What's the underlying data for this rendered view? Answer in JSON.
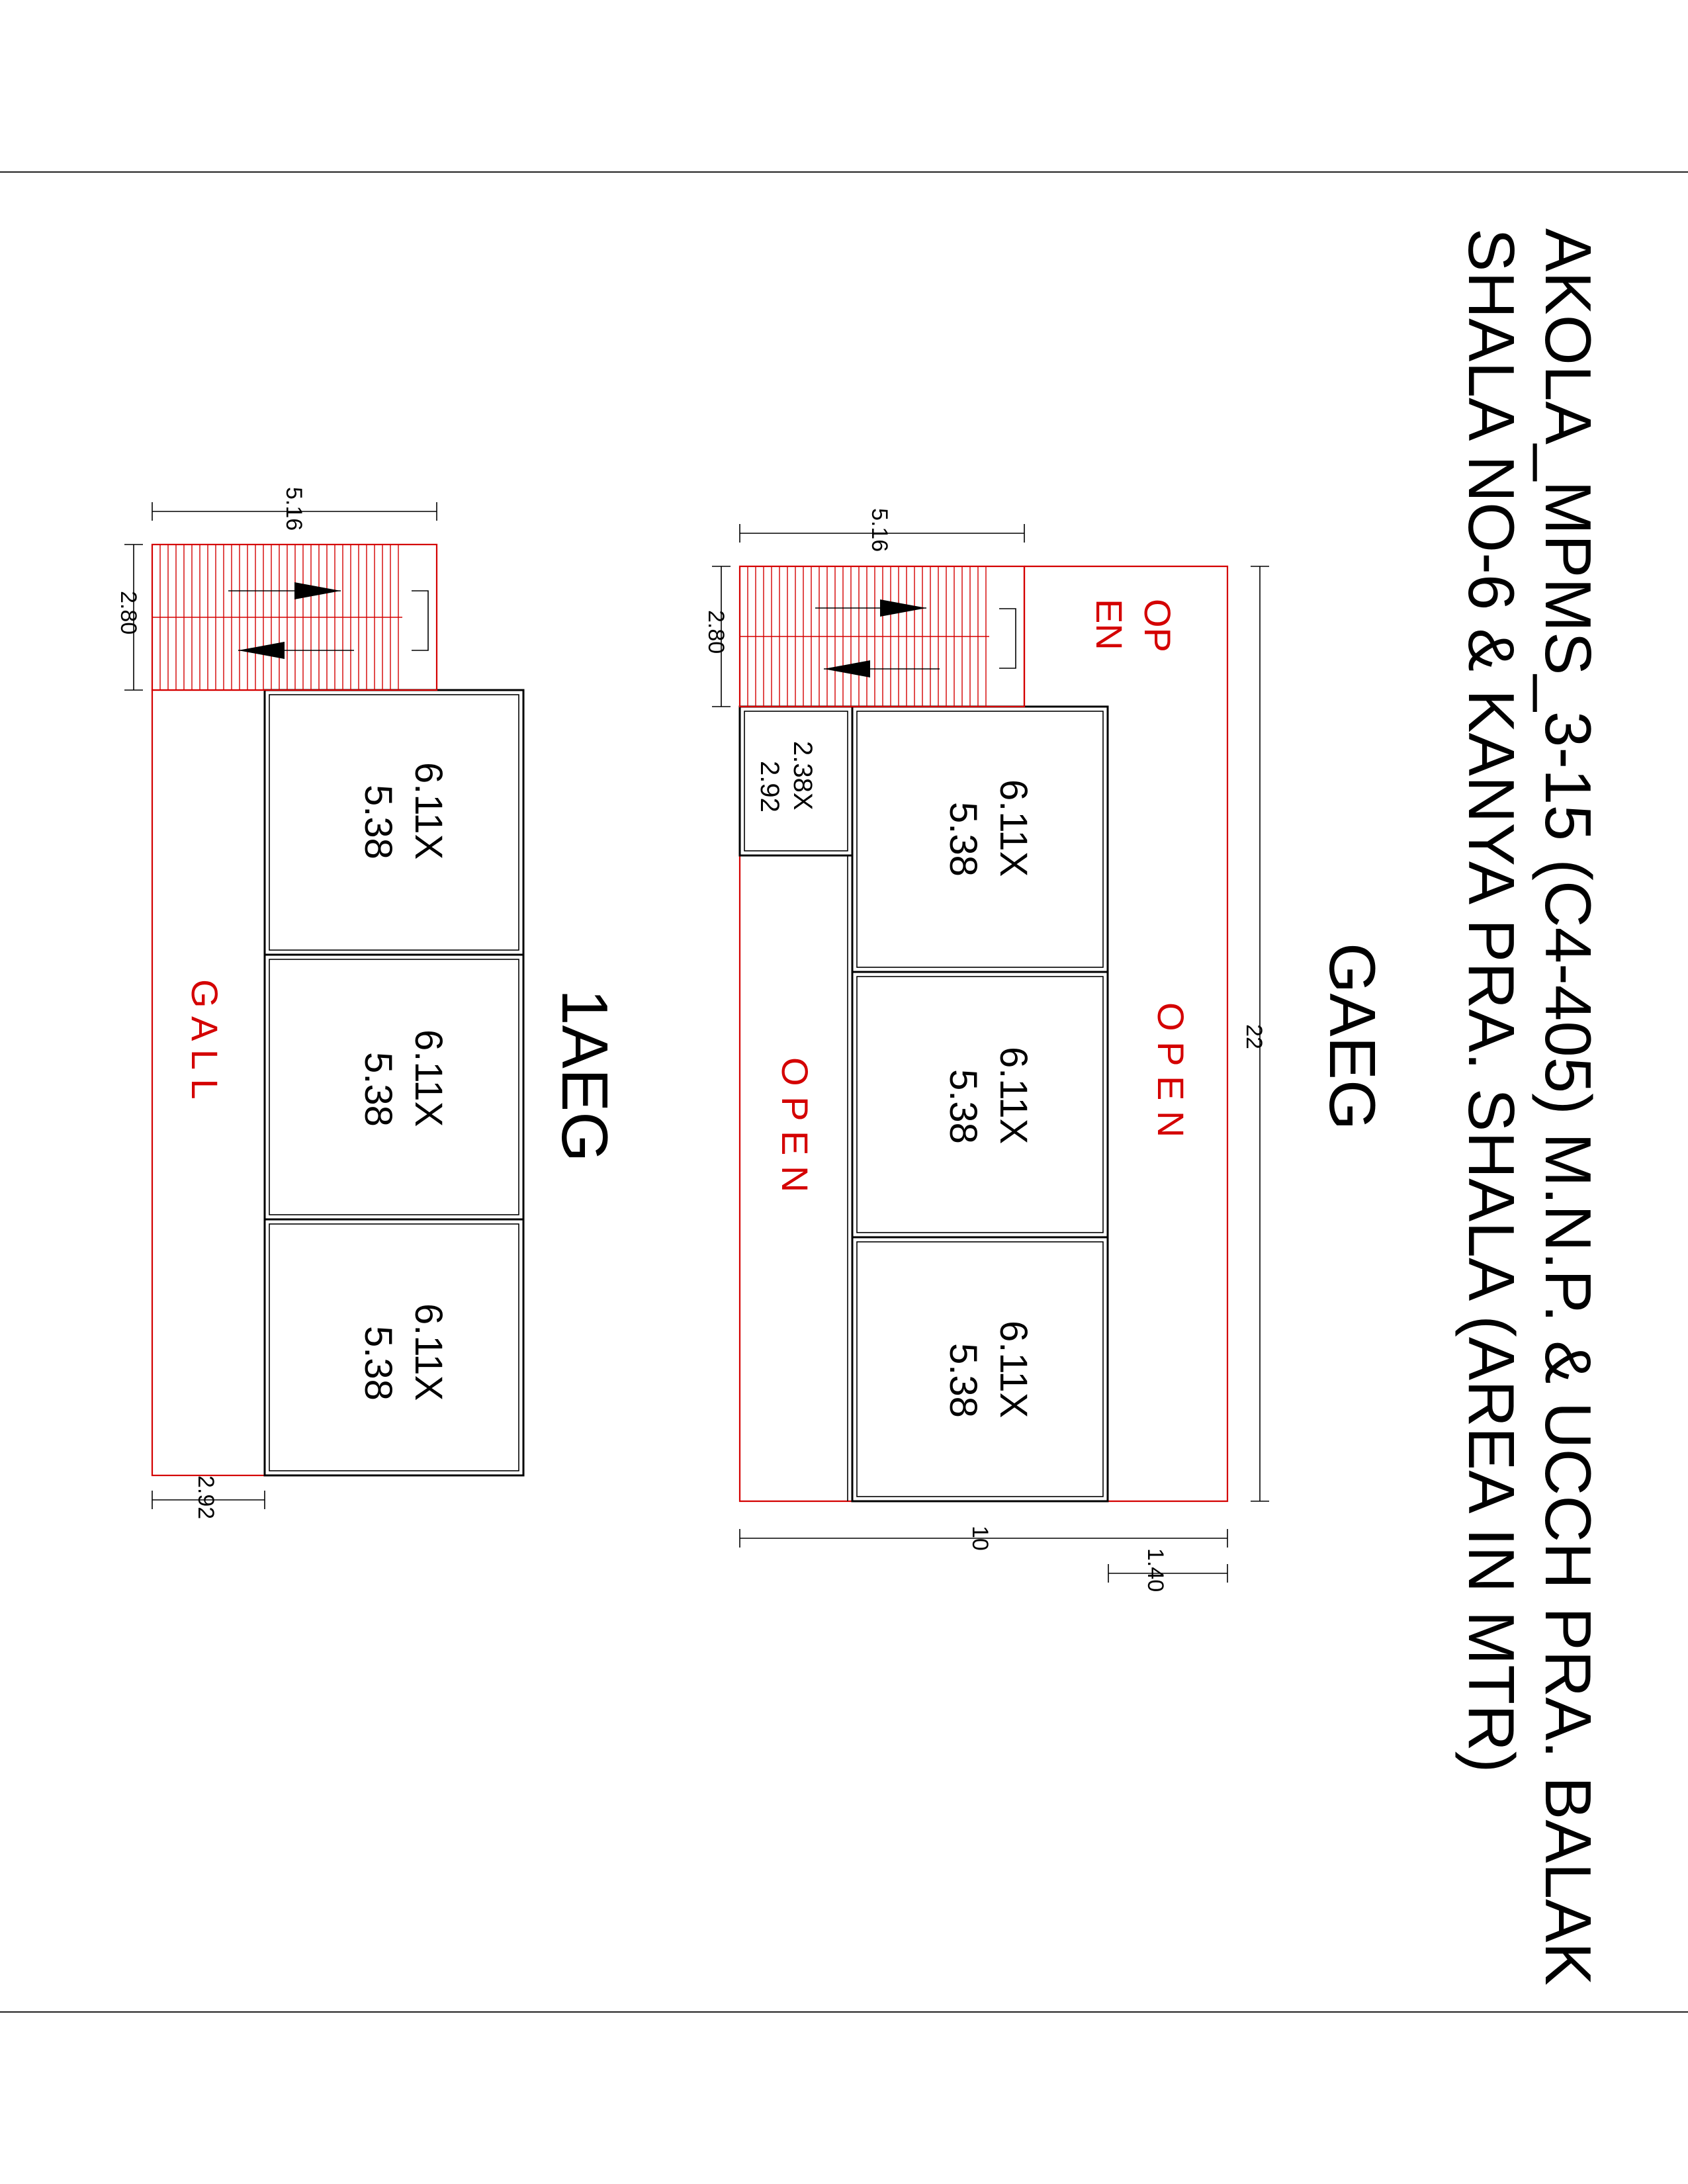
{
  "title": {
    "line1": "AKOLA_MPMS_3-15 (C4-405) M.N.P. & UCCH PRA. BALAK",
    "line2": "SHALA NO-6 & KANYA PRA. SHALA (AREA IN MTR)"
  },
  "colors": {
    "lines": "#000000",
    "labels_red": "#d40000"
  },
  "ground_floor": {
    "name": "GAEG",
    "rooms": [
      {
        "l1": "6.11X",
        "l2": "5.38"
      },
      {
        "l1": "6.11X",
        "l2": "5.38"
      },
      {
        "l1": "6.11X",
        "l2": "5.38"
      }
    ],
    "small_room": {
      "l1": "2.38X",
      "l2": "2.92"
    },
    "open_right": "O P E N",
    "open_left": "O P E N",
    "open_top": {
      "l1": "OP",
      "l2": "EN"
    },
    "dim_length": "22",
    "dim_width": "10",
    "dim_offset": "1.40",
    "dim_stair_width": "5.16",
    "dim_stair_depth": "2.80"
  },
  "first_floor": {
    "name": "1AEG",
    "rooms": [
      {
        "l1": "6.11X",
        "l2": "5.38"
      },
      {
        "l1": "6.11X",
        "l2": "5.38"
      },
      {
        "l1": "6.11X",
        "l2": "5.38"
      }
    ],
    "gallery": "G A L L",
    "dim_gallery": "2.92",
    "dim_stair_width": "5.16",
    "dim_stair_depth": "2.80"
  }
}
